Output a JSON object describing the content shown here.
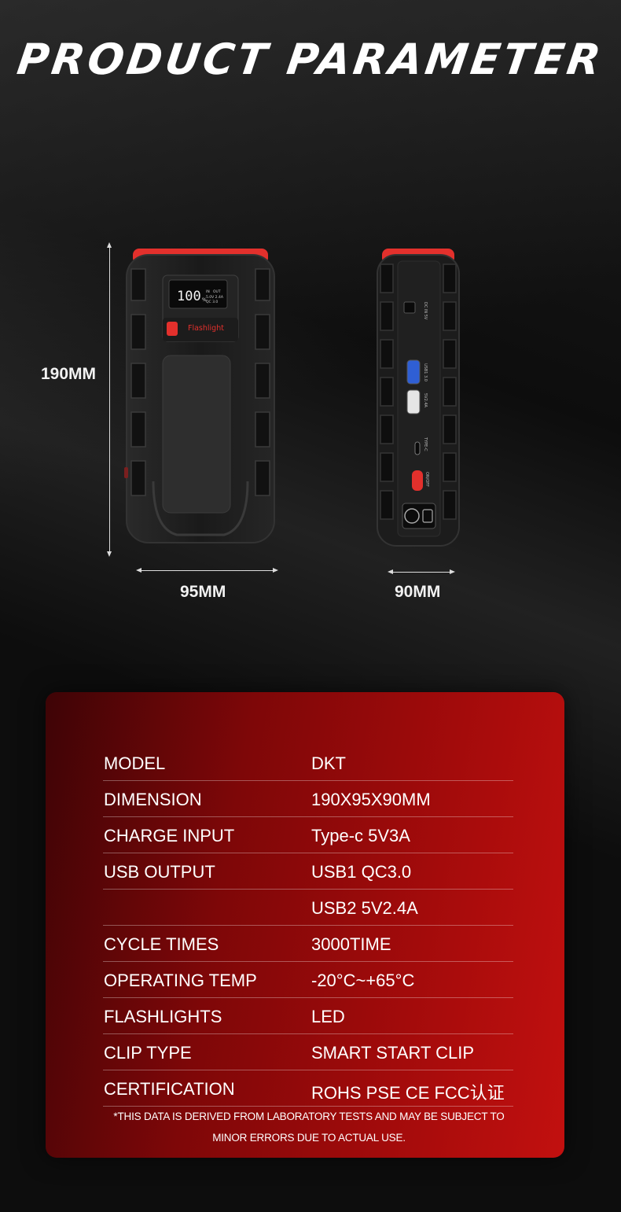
{
  "header": {
    "title": "PRODUCT PARAMETER"
  },
  "dimensions": {
    "height": "190MM",
    "width": "95MM",
    "depth": "90MM"
  },
  "device": {
    "display_value": "100",
    "display_unit": "%",
    "display_in": "IN",
    "display_out": "OUT",
    "display_spec1": "5.0V 2.4A",
    "display_spec2": "QC 3.0",
    "flashlight_label": "Flashlight",
    "side_label_in": "DC IN 5V",
    "side_label_usb1": "USB1 3.0",
    "side_label_usb2": "5V2.4A",
    "side_label_typec": "TYPE-C",
    "side_label_onoff": "ON/OFF"
  },
  "specs": {
    "rows": [
      {
        "key": "MODEL",
        "value": "DKT"
      },
      {
        "key": "DIMENSION",
        "value": "190X95X90MM"
      },
      {
        "key": "CHARGE INPUT",
        "value": "Type-c 5V3A"
      },
      {
        "key": "USB OUTPUT",
        "value": "USB1 QC3.0"
      },
      {
        "key": "",
        "value": "USB2 5V2.4A"
      },
      {
        "key": "CYCLE TIMES",
        "value": "3000TIME"
      },
      {
        "key": "OPERATING TEMP",
        "value": "-20°C~+65°C"
      },
      {
        "key": "FLASHLIGHTS",
        "value": "LED"
      },
      {
        "key": "CLIP TYPE",
        "value": "SMART START CLIP"
      },
      {
        "key": "CERTIFICATION",
        "value": "ROHS PSE CE FCC认证"
      }
    ],
    "note_line1": "*THIS DATA IS DERIVED FROM LABORATORY TESTS AND MAY BE SUBJECT TO",
    "note_line2": "MINOR ERRORS DUE TO ACTUAL USE."
  },
  "colors": {
    "accent": "#c2100f",
    "device_red": "#e3302c",
    "device_body": "#1e1e1e"
  }
}
